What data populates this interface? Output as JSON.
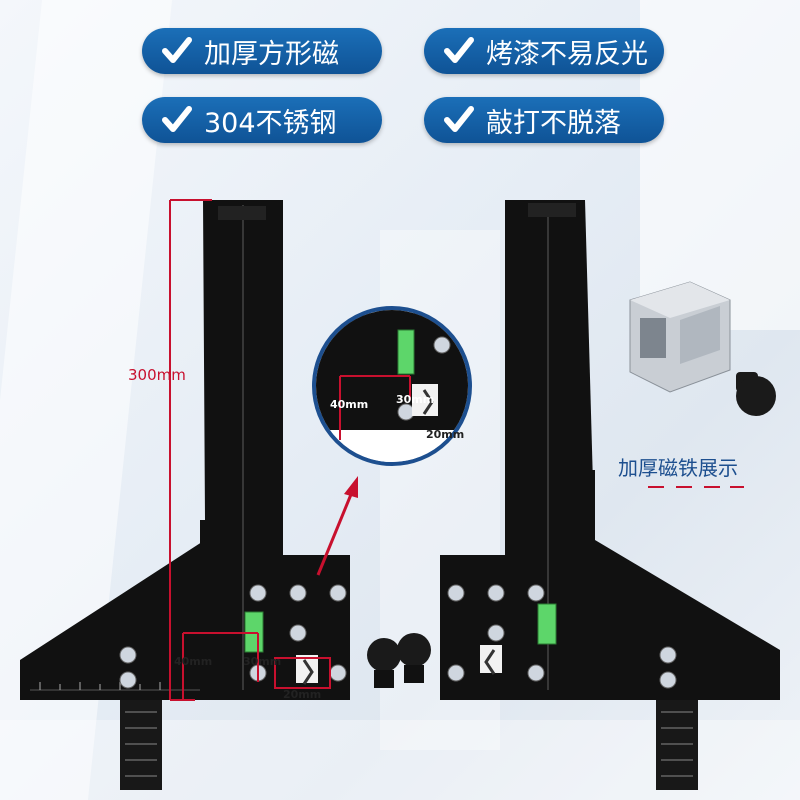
{
  "features": [
    {
      "icon": "check-icon",
      "text": "加厚方形磁"
    },
    {
      "icon": "check-icon",
      "text": "烤漆不易反光"
    },
    {
      "icon": "check-icon",
      "text": "304不锈钢"
    },
    {
      "icon": "check-icon",
      "text": "敲打不脱落"
    }
  ],
  "dimensions": {
    "height": "300mm",
    "left_offset": "40mm",
    "center_offset": "30mm",
    "bottom_offset": "20mm",
    "zoom_left_offset": "40mm",
    "zoom_center_offset": "30mm",
    "zoom_bottom_offset": "20mm"
  },
  "magnet_caption": "加厚磁铁展示",
  "colors": {
    "pill_blue": "#1465ad",
    "dimension_red": "#c8102e",
    "caption_blue": "#1d4f8f",
    "tool_black": "#111111"
  }
}
